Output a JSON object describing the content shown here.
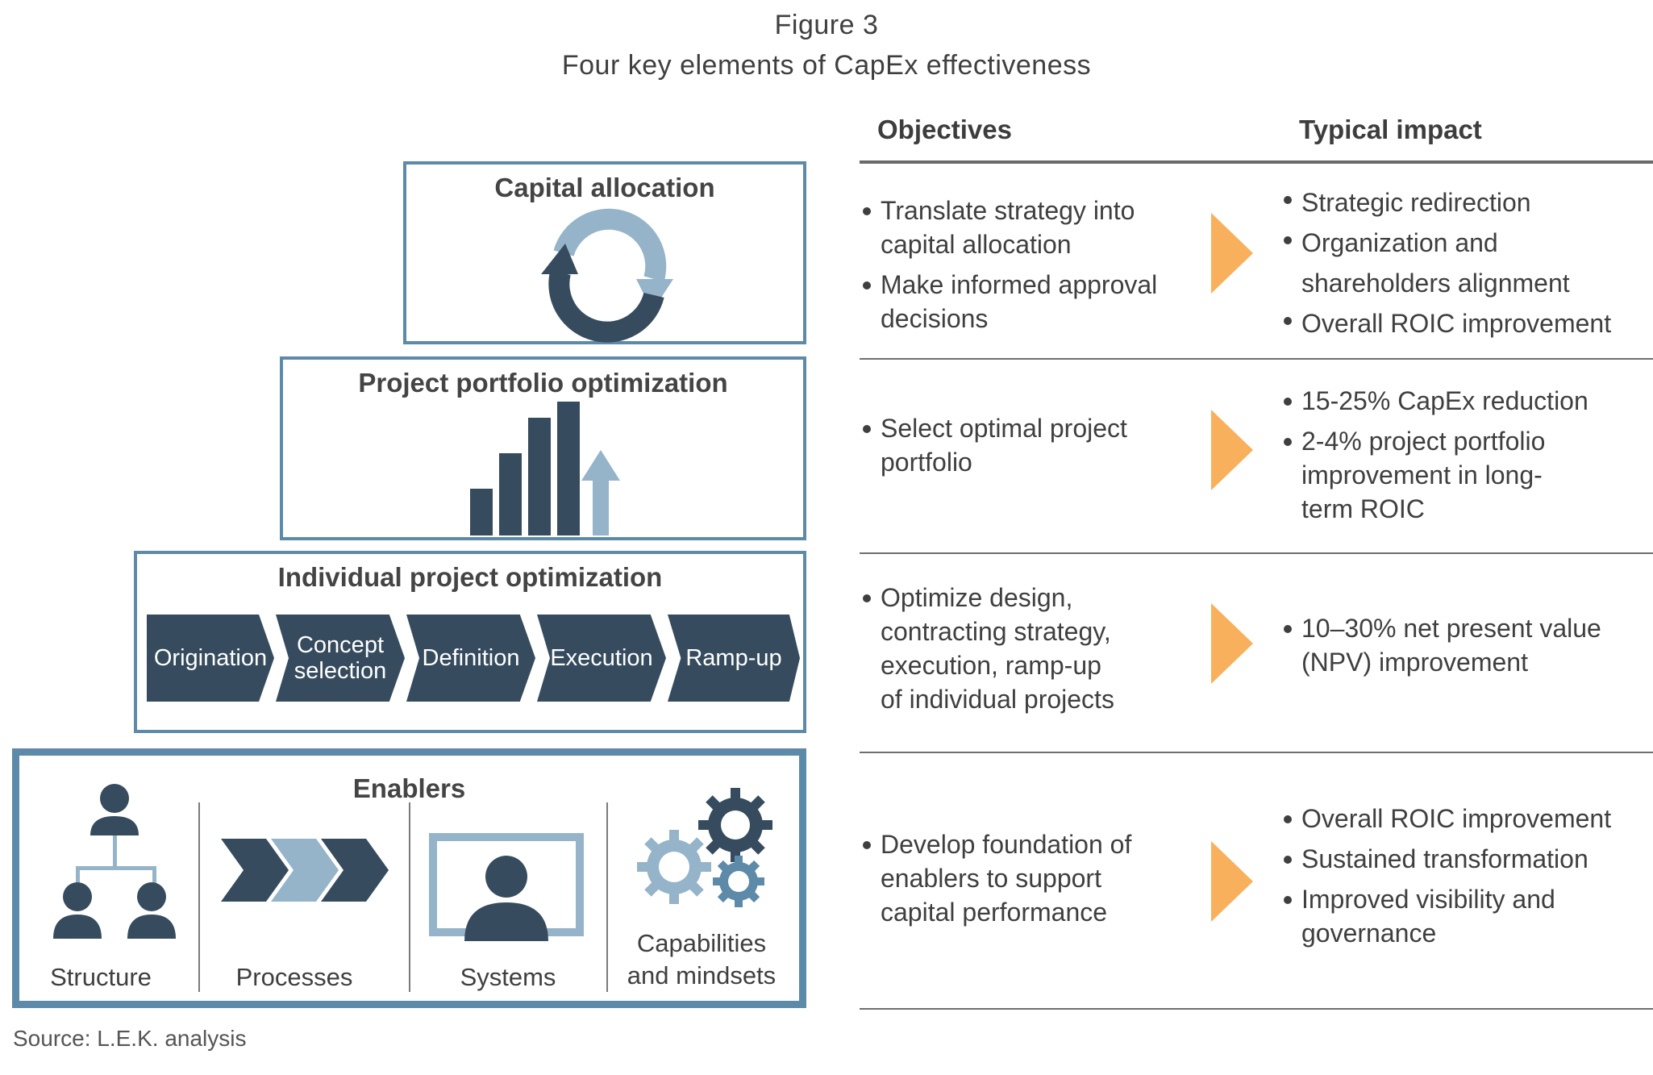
{
  "figure": {
    "label": "Figure 3",
    "title": "Four key elements of CapEx effectiveness"
  },
  "columns": {
    "objectives": "Objectives",
    "impact": "Typical impact"
  },
  "elements": [
    {
      "title": "Capital allocation",
      "objectives": [
        "Translate strategy into capital allocation",
        "Make informed approval decisions"
      ],
      "impact": [
        "Strategic redirection",
        "Organization and shareholders alignment",
        "Overall ROIC improvement"
      ]
    },
    {
      "title": "Project portfolio optimization",
      "objectives": [
        "Select optimal project portfolio"
      ],
      "impact": [
        "15-25% CapEx reduction",
        "2-4% project portfolio improvement in long-term ROIC"
      ]
    },
    {
      "title": "Individual project optimization",
      "steps": [
        "Origination",
        "Concept selection",
        "Definition",
        "Execution",
        "Ramp-up"
      ],
      "objectives": [
        "Optimize design, contracting strategy, execution, ramp-up of individual projects"
      ],
      "impact": [
        "10–30% net present value (NPV) improvement"
      ]
    },
    {
      "title": "Enablers",
      "enablers": [
        "Structure",
        "Processes",
        "Systems",
        "Capabilities and mindsets"
      ],
      "objectives": [
        "Develop foundation of enablers to support capital performance"
      ],
      "impact": [
        "Overall ROIC improvement",
        "Sustained transformation",
        "Improved visibility and governance"
      ]
    }
  ],
  "source": "Source: L.E.K. analysis",
  "colors": {
    "box_border": "#5d8aa8",
    "dark_navy": "#364c5e",
    "light_blue": "#95b4c9",
    "arrow_orange": "#f8b05c"
  },
  "icons": [
    "cycle-arrows-icon",
    "bar-chart-up-icon",
    "org-chart-icon",
    "chevrons-icon",
    "monitor-user-icon",
    "gears-icon"
  ]
}
